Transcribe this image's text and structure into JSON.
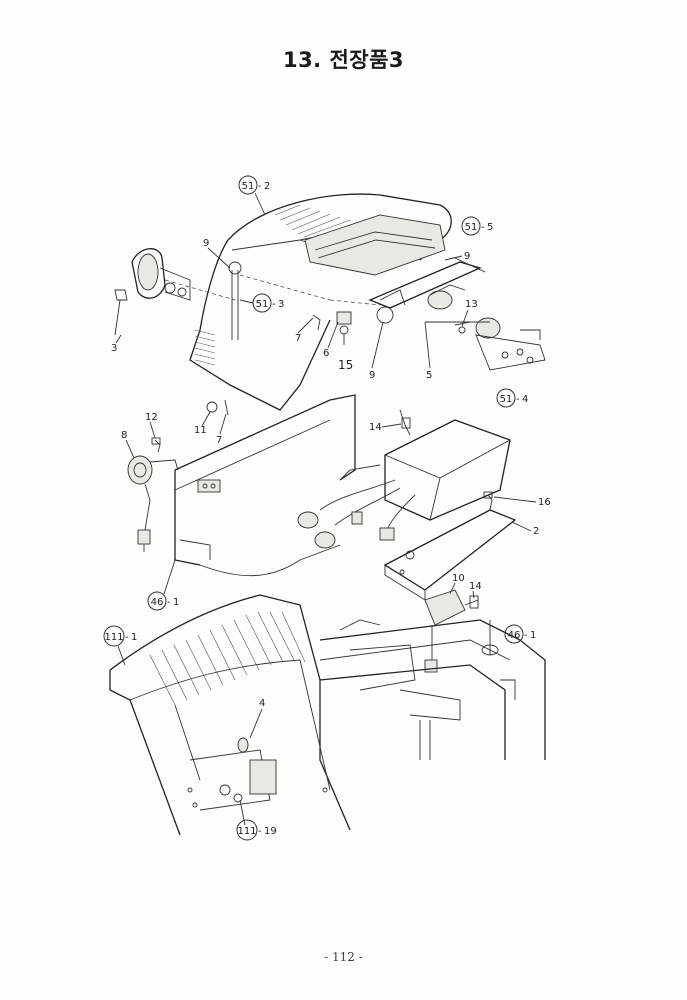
{
  "title": "13. 전장품3",
  "page_number": "- 112 -",
  "callouts": {
    "ref_51_2": "51",
    "ref_51_2_suffix": "2",
    "ref_51_5": "51",
    "ref_51_5_suffix": "5",
    "ref_51_3": "51",
    "ref_51_3_suffix": "3",
    "ref_51_4": "51",
    "ref_51_4_suffix": "4",
    "ref_46_1a": "46",
    "ref_46_1a_suffix": "1",
    "ref_46_1b": "46",
    "ref_46_1b_suffix": "1",
    "ref_111_1": "111",
    "ref_111_1_suffix": "1",
    "ref_111_19": "111",
    "ref_111_19_suffix": "19"
  },
  "part_labels": {
    "p3": "3",
    "p9a": "9",
    "p9b": "9",
    "p9c": "9",
    "p7a": "7",
    "p7b": "7",
    "p6": "6",
    "p15": "15",
    "p5": "5",
    "p13": "13",
    "p12": "12",
    "p8": "8",
    "p11": "11",
    "p14a": "14",
    "p14b": "14",
    "p16": "16",
    "p2": "2",
    "p10": "10",
    "p4": "4"
  }
}
